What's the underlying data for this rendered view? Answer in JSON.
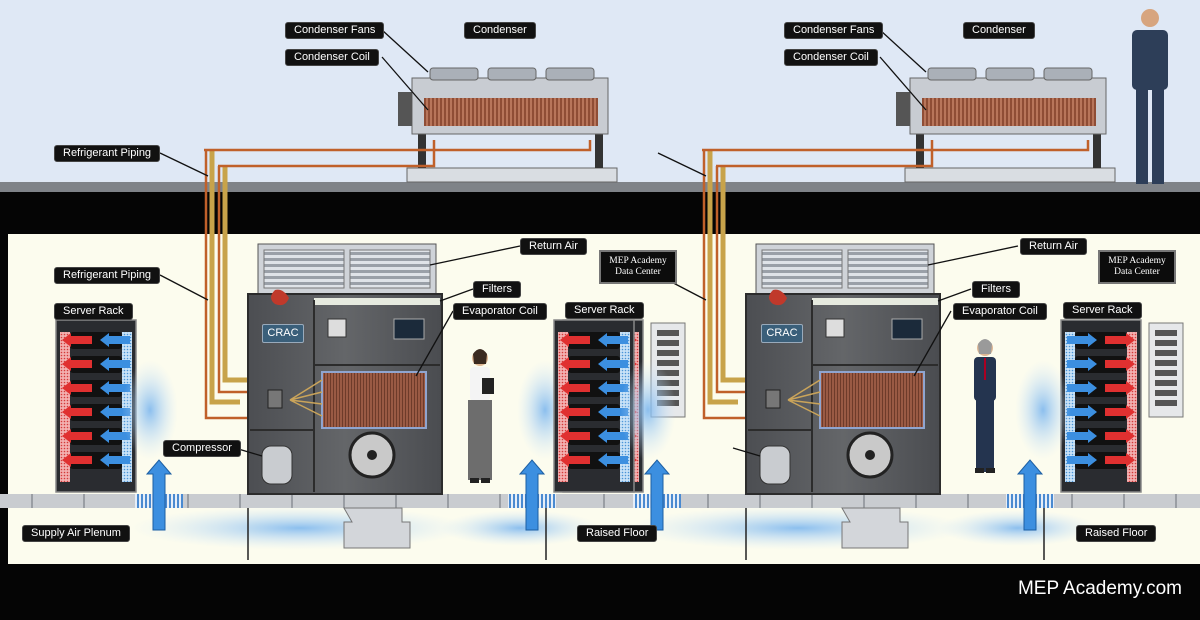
{
  "labels": {
    "condenser_fans": "Condenser Fans",
    "condenser": "Condenser",
    "condenser_coil": "Condenser Coil",
    "refrigerant_piping": "Refrigerant Piping",
    "return_air": "Return Air",
    "filters": "Filters",
    "evaporator_coil": "Evaporator Coil",
    "server_rack": "Server Rack",
    "compressor": "Compressor",
    "supply_air_plenum": "Supply Air Plenum",
    "raised_floor": "Raised Floor",
    "crac": "CRAC"
  },
  "sign": {
    "line1": "MEP Academy",
    "line2": "Data Center"
  },
  "brand": "MEP Academy.com",
  "colors": {
    "sky": "#dde6f4",
    "room": "#fcfcee",
    "unit": "#5a5c60",
    "pipe_copper": "#c0602a",
    "pipe_insulated": "#c8a34a",
    "cold_air": "#3c8fe0",
    "hot_air": "#e03030"
  }
}
